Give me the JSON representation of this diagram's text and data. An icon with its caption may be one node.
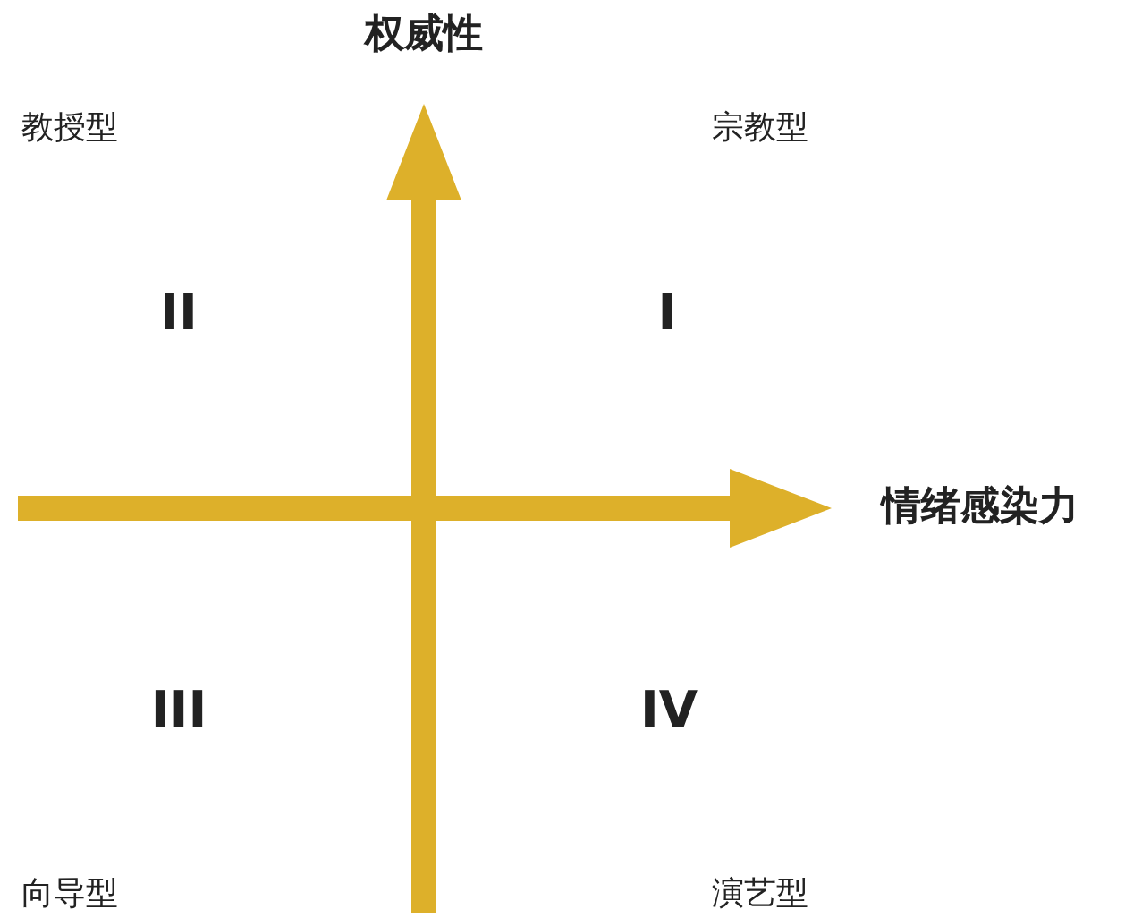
{
  "diagram": {
    "labels": [
      "权威性",
      "教授型",
      "宗教型",
      "II",
      "I",
      "情绪感染力",
      "III",
      "IV",
      "向导型",
      "演艺型"
    ]
  }
}
